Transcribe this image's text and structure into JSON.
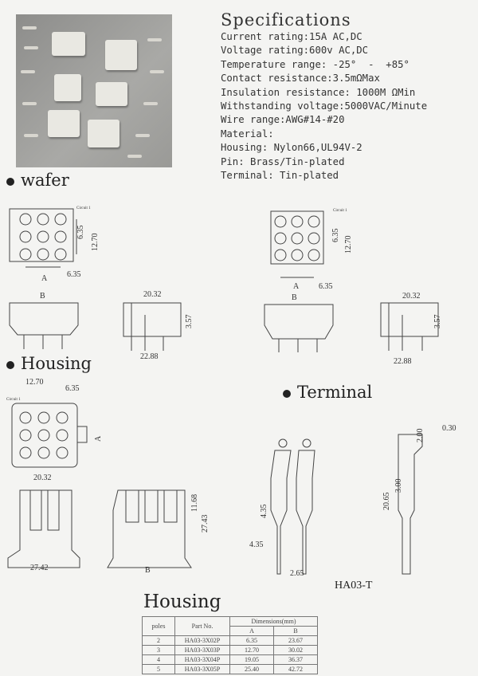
{
  "specs": {
    "title": "Specifications",
    "lines": [
      "Current rating:15A AC,DC",
      "Voltage rating:600v AC,DC",
      "Temperature range: -25°  -  +85°",
      "Contact resistance:3.5mΩMax",
      "Insulation resistance: 1000M ΩMin",
      "Withstanding voltage:5000VAC/Minute",
      "Wire range:AWG#14-#20",
      "Material:",
      "Housing: Nylon66,UL94V-2",
      "Pin: Brass/Tin-plated",
      "Terminal: Tin-plated"
    ]
  },
  "sections": {
    "wafer": "wafer",
    "housing": "Housing",
    "terminal": "Terminal"
  },
  "wafer_dims": {
    "a1": "6.35",
    "a2": "12.70",
    "a": "A",
    "a3": "6.35",
    "b": "B",
    "w": "20.32",
    "h": "3.57",
    "l": "22.88",
    "circuit": "Circuit 1"
  },
  "housing_dims": {
    "d1": "12.70",
    "d2": "6.35",
    "a": "A",
    "w": "20.32",
    "h1": "11.68",
    "h2": "27.43",
    "w2": "27.42",
    "b": "B",
    "circuit": "Circuit 1"
  },
  "terminal_dims": {
    "d1": "2.00",
    "d2": "0.30",
    "l": "20.65",
    "d3": "3.00",
    "d4": "4.35",
    "d5": "4.35",
    "d6": "2.65",
    "model": "HA03-T"
  },
  "housing_table": {
    "title": "Housing",
    "headers": {
      "poles": "poles",
      "part": "Part No.",
      "dims": "Dimensions(mm)",
      "a": "A",
      "b": "B"
    },
    "rows": [
      {
        "poles": "2",
        "part": "HA03-3X02P",
        "a": "6.35",
        "b": "23.67"
      },
      {
        "poles": "3",
        "part": "HA03-3X03P",
        "a": "12.70",
        "b": "30.02"
      },
      {
        "poles": "4",
        "part": "HA03-3X04P",
        "a": "19.05",
        "b": "36.37"
      },
      {
        "poles": "5",
        "part": "HA03-3X05P",
        "a": "25.40",
        "b": "42.72"
      }
    ]
  }
}
